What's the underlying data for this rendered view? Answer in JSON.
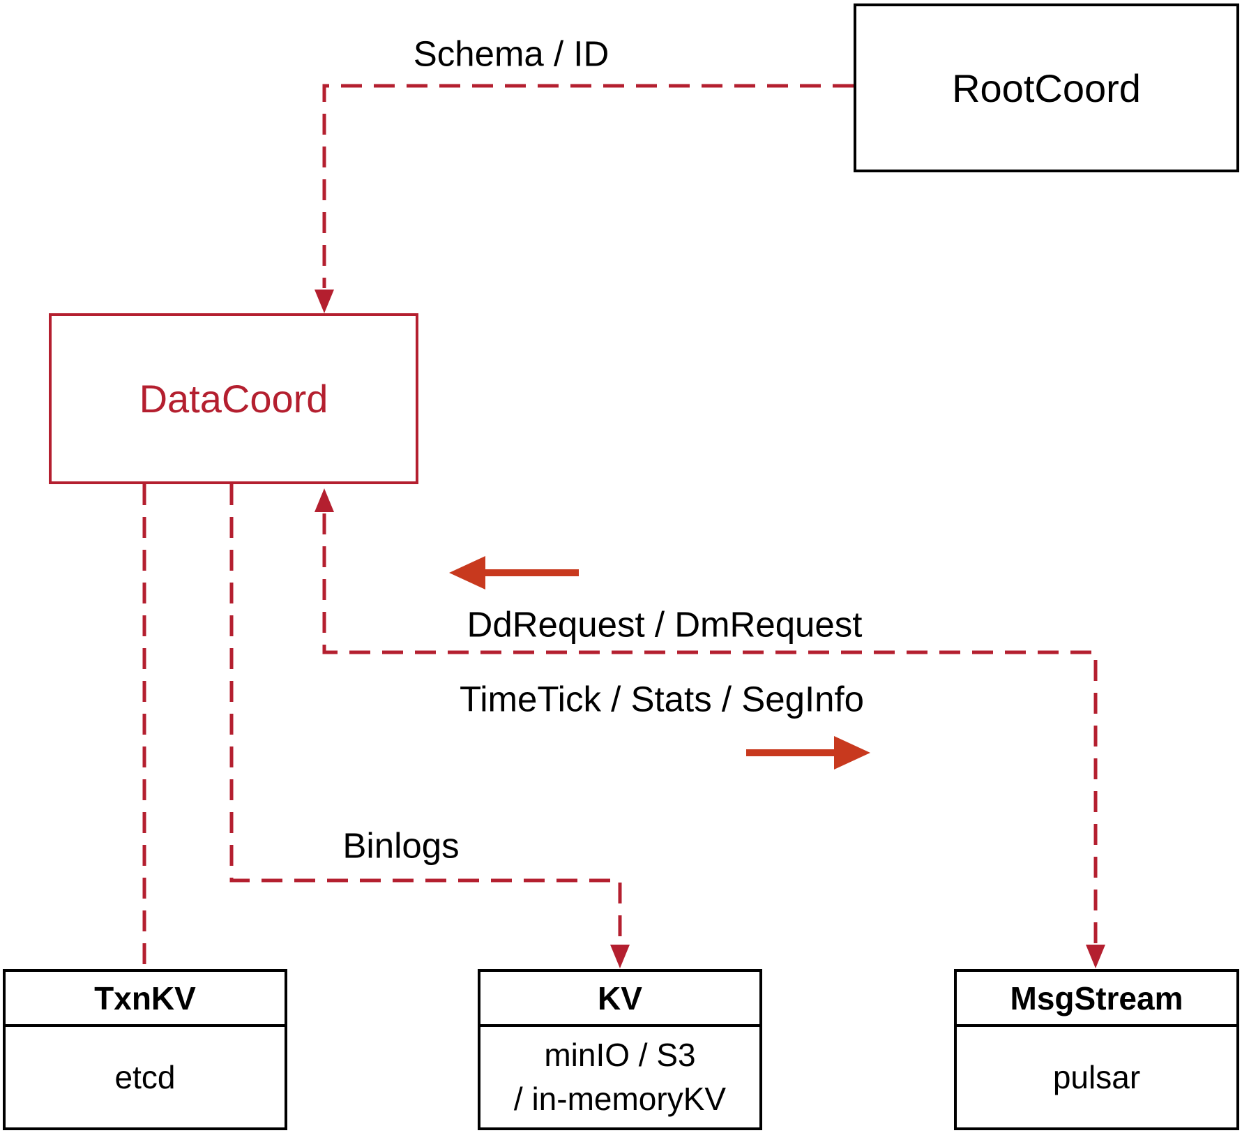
{
  "colors": {
    "line": "#b41f2f",
    "arrow": "#c8391e",
    "text": "#000000",
    "canvas": "#ffffff"
  },
  "nodes": {
    "rootcoord": {
      "label": "RootCoord"
    },
    "datacoord": {
      "label": "DataCoord"
    },
    "txnkv": {
      "title": "TxnKV",
      "body": "etcd"
    },
    "kv": {
      "title": "KV",
      "body_lines": [
        "minIO / S3",
        "/ in-memoryKV"
      ]
    },
    "msgstream": {
      "title": "MsgStream",
      "body": "pulsar"
    }
  },
  "edges": {
    "schema_id": {
      "label": "Schema / ID"
    },
    "dd_dm_request": {
      "label": "DdRequest / DmRequest"
    },
    "timetick_stats_seginfo": {
      "label": "TimeTick / Stats / SegInfo"
    },
    "binlogs": {
      "label": "Binlogs"
    }
  }
}
